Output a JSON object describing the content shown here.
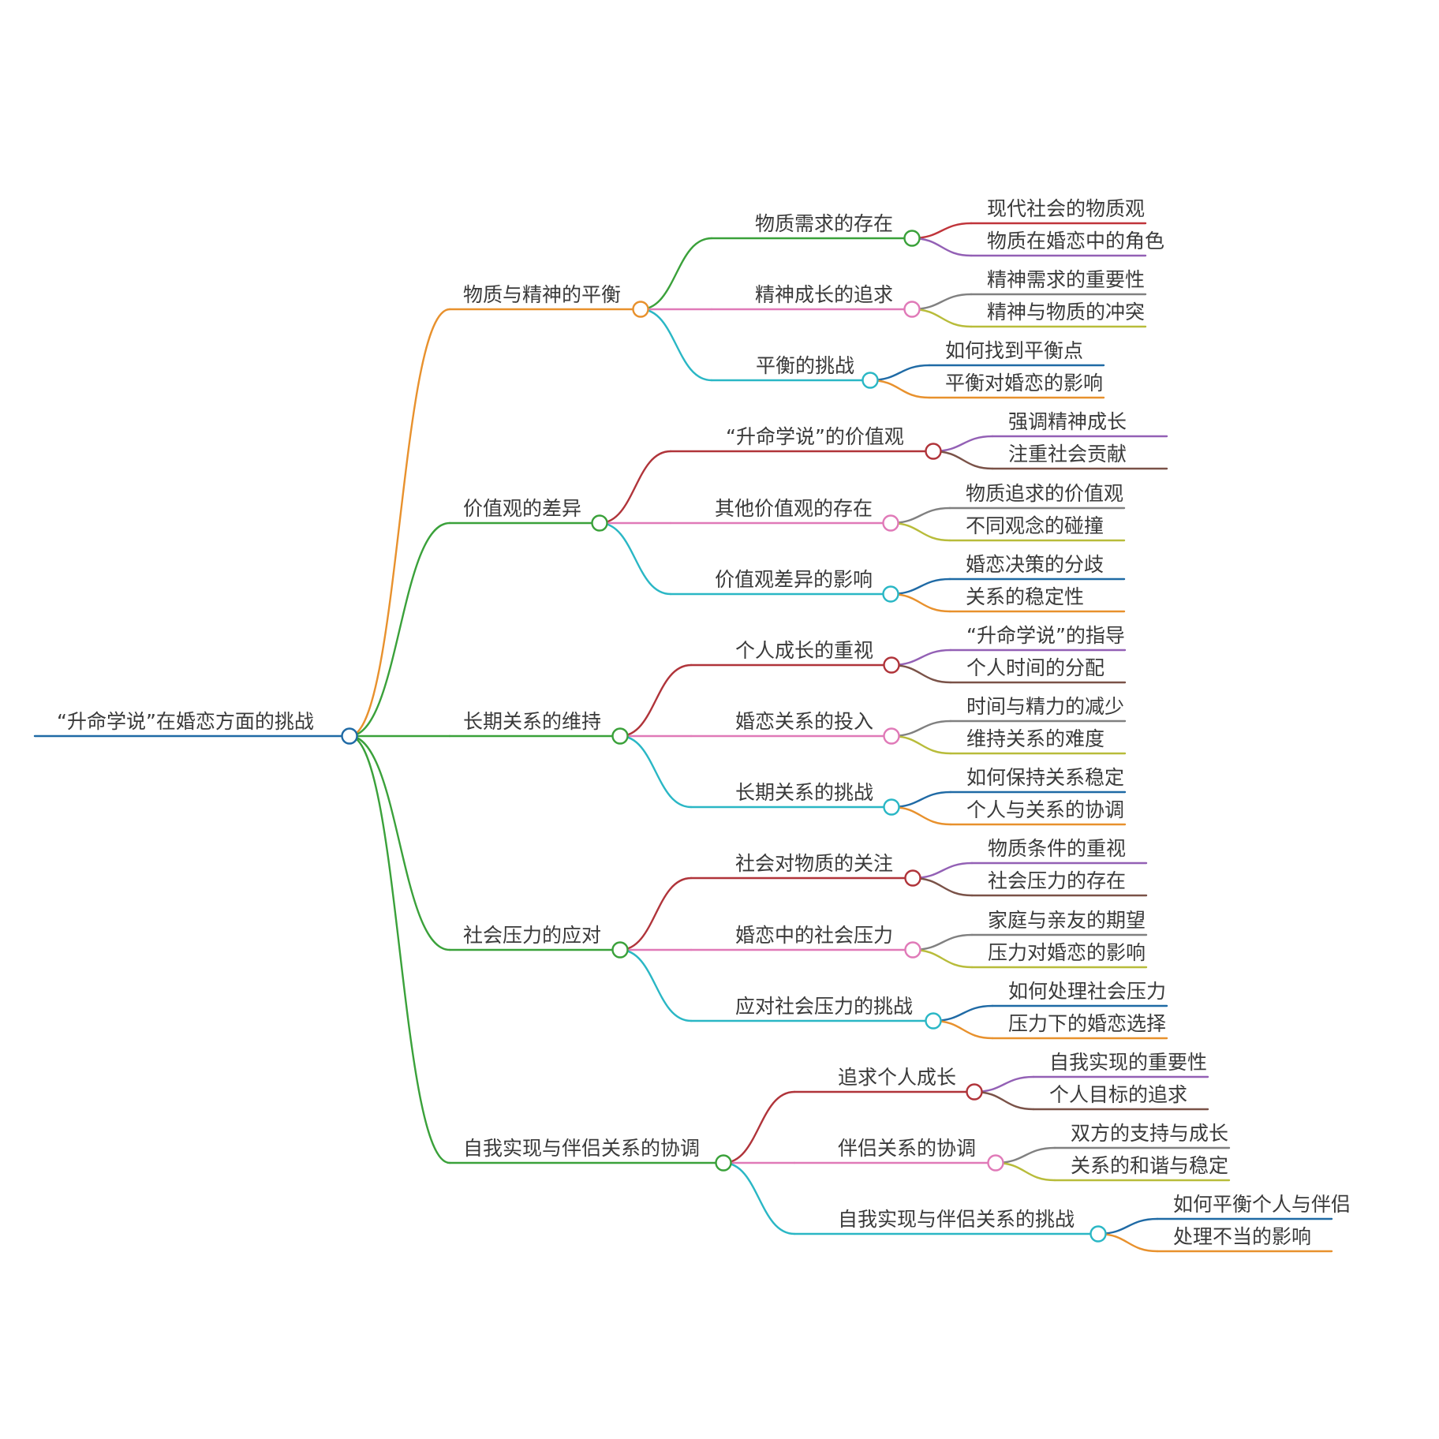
{
  "root": {
    "label": "“升命学说”在婚恋方面的挑战",
    "color": "#1f6aa5"
  },
  "branches": [
    {
      "label": "物质与精神的平衡",
      "color": "#e8912d",
      "children": [
        {
          "label": "物质需求的存在",
          "color": "#3aa13a",
          "leaves": [
            {
              "label": "现代社会的物质观",
              "color": "#c0343a"
            },
            {
              "label": "物质在婚恋中的角色",
              "color": "#9360b5"
            }
          ]
        },
        {
          "label": "精神成长的追求",
          "color": "#e07ab8",
          "leaves": [
            {
              "label": "精神需求的重要性",
              "color": "#808080"
            },
            {
              "label": "精神与物质的冲突",
              "color": "#b8bc3a"
            }
          ]
        },
        {
          "label": "平衡的挑战",
          "color": "#2ab7c5",
          "leaves": [
            {
              "label": "如何找到平衡点",
              "color": "#1f6aa5"
            },
            {
              "label": "平衡对婚恋的影响",
              "color": "#e8912d"
            }
          ]
        }
      ]
    },
    {
      "label": "价值观的差异",
      "color": "#3aa13a",
      "children": [
        {
          "label": "“升命学说”的价值观",
          "color": "#b0343a",
          "leaves": [
            {
              "label": "强调精神成长",
              "color": "#9360b5"
            },
            {
              "label": "注重社会贡献",
              "color": "#7a5248"
            }
          ]
        },
        {
          "label": "其他价值观的存在",
          "color": "#e07ab8",
          "leaves": [
            {
              "label": "物质追求的价值观",
              "color": "#808080"
            },
            {
              "label": "不同观念的碰撞",
              "color": "#b8bc3a"
            }
          ]
        },
        {
          "label": "价值观差异的影响",
          "color": "#2ab7c5",
          "leaves": [
            {
              "label": "婚恋决策的分歧",
              "color": "#1f6aa5"
            },
            {
              "label": "关系的稳定性",
              "color": "#e8912d"
            }
          ]
        }
      ]
    },
    {
      "label": "长期关系的维持",
      "color": "#3aa13a",
      "children": [
        {
          "label": "个人成长的重视",
          "color": "#b0343a",
          "leaves": [
            {
              "label": "“升命学说”的指导",
              "color": "#9360b5"
            },
            {
              "label": "个人时间的分配",
              "color": "#7a5248"
            }
          ]
        },
        {
          "label": "婚恋关系的投入",
          "color": "#e07ab8",
          "leaves": [
            {
              "label": "时间与精力的减少",
              "color": "#808080"
            },
            {
              "label": "维持关系的难度",
              "color": "#b8bc3a"
            }
          ]
        },
        {
          "label": "长期关系的挑战",
          "color": "#2ab7c5",
          "leaves": [
            {
              "label": "如何保持关系稳定",
              "color": "#1f6aa5"
            },
            {
              "label": "个人与关系的协调",
              "color": "#e8912d"
            }
          ]
        }
      ]
    },
    {
      "label": "社会压力的应对",
      "color": "#3aa13a",
      "children": [
        {
          "label": "社会对物质的关注",
          "color": "#b0343a",
          "leaves": [
            {
              "label": "物质条件的重视",
              "color": "#9360b5"
            },
            {
              "label": "社会压力的存在",
              "color": "#7a5248"
            }
          ]
        },
        {
          "label": "婚恋中的社会压力",
          "color": "#e07ab8",
          "leaves": [
            {
              "label": "家庭与亲友的期望",
              "color": "#808080"
            },
            {
              "label": "压力对婚恋的影响",
              "color": "#b8bc3a"
            }
          ]
        },
        {
          "label": "应对社会压力的挑战",
          "color": "#2ab7c5",
          "leaves": [
            {
              "label": "如何处理社会压力",
              "color": "#1f6aa5"
            },
            {
              "label": "压力下的婚恋选择",
              "color": "#e8912d"
            }
          ]
        }
      ]
    },
    {
      "label": "自我实现与伴侣关系的协调",
      "color": "#3aa13a",
      "children": [
        {
          "label": "追求个人成长",
          "color": "#b0343a",
          "leaves": [
            {
              "label": "自我实现的重要性",
              "color": "#9360b5"
            },
            {
              "label": "个人目标的追求",
              "color": "#7a5248"
            }
          ]
        },
        {
          "label": "伴侣关系的协调",
          "color": "#e07ab8",
          "leaves": [
            {
              "label": "双方的支持与成长",
              "color": "#808080"
            },
            {
              "label": "关系的和谐与稳定",
              "color": "#b8bc3a"
            }
          ]
        },
        {
          "label": "自我实现与伴侣关系的挑战",
          "color": "#2ab7c5",
          "leaves": [
            {
              "label": "如何平衡个人与伴侣",
              "color": "#1f6aa5"
            },
            {
              "label": "处理不当的影响",
              "color": "#e8912d"
            }
          ]
        }
      ]
    }
  ]
}
